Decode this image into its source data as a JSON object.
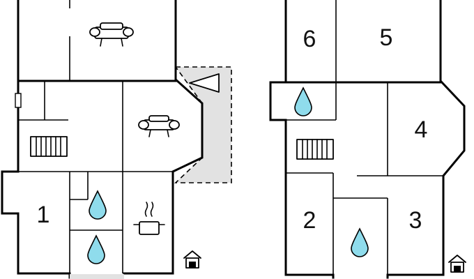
{
  "floor_plan": {
    "rooms": [
      {
        "id": "room-1",
        "label": "1",
        "type": "bedroom"
      },
      {
        "id": "room-2",
        "label": "2",
        "type": "bedroom"
      },
      {
        "id": "room-3",
        "label": "3",
        "type": "bedroom"
      },
      {
        "id": "room-4",
        "label": "4",
        "type": "bedroom"
      },
      {
        "id": "room-5",
        "label": "5",
        "type": "bedroom"
      },
      {
        "id": "room-6",
        "label": "6",
        "type": "bedroom"
      }
    ],
    "icons": [
      "sofa-icon",
      "armchair-icon",
      "kitchen-pot-icon",
      "stairs-icon",
      "bathroom-drop-icon",
      "house-entrance-icon",
      "triangle-marker-icon"
    ],
    "colors": {
      "wall": "#000000",
      "water_drop": "#8fdcec",
      "terrace": "#e2e2e2",
      "background": "#ffffff"
    }
  }
}
